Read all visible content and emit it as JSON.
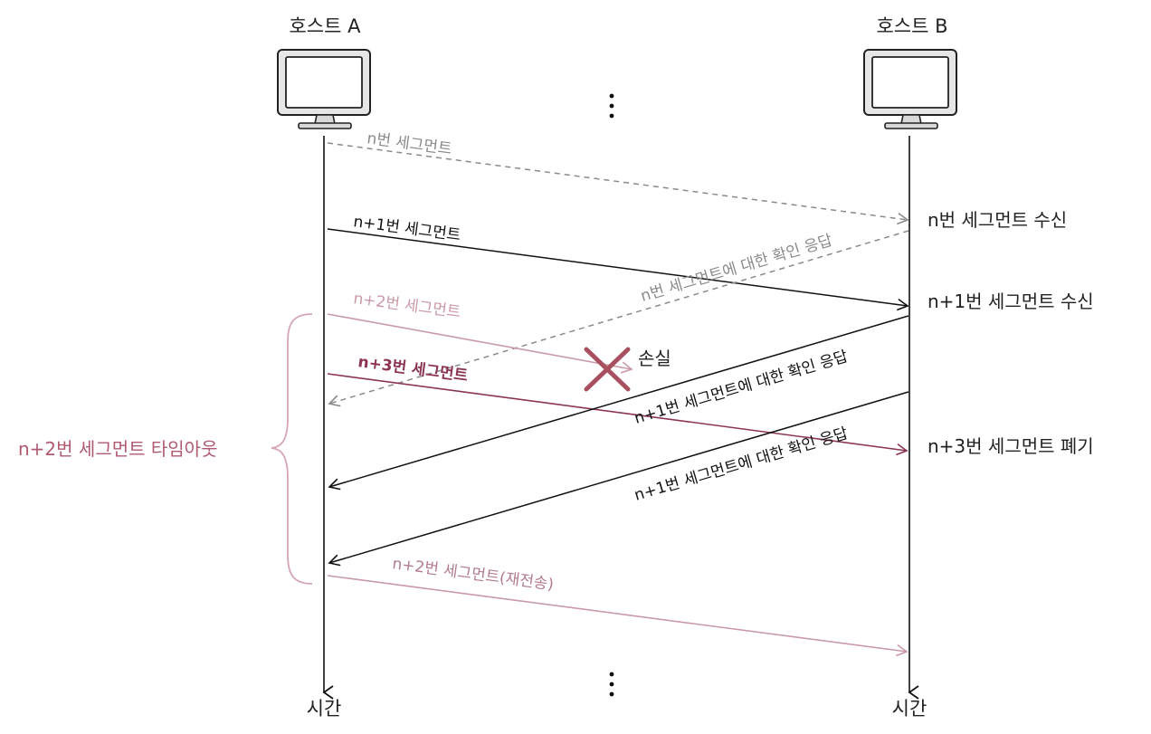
{
  "hosts": {
    "a": {
      "title": "호스트 A",
      "time_label": "시간"
    },
    "b": {
      "title": "호스트 B",
      "time_label": "시간"
    }
  },
  "messages": [
    {
      "id": "seg-n",
      "label": "n번 세그먼트",
      "direction": "A→B",
      "style": "dashed",
      "color": "#8a8a8a"
    },
    {
      "id": "seg-n1",
      "label": "n+1번 세그먼트",
      "direction": "A→B",
      "style": "solid",
      "color": "#111111"
    },
    {
      "id": "ack-n",
      "label": "n번 세그먼트에 대한 확인 응답",
      "direction": "B→A",
      "style": "dashed",
      "color": "#8a8a8a"
    },
    {
      "id": "seg-n2",
      "label": "n+2번 세그먼트",
      "direction": "A→lost",
      "style": "solid",
      "color": "#c99aa6"
    },
    {
      "id": "seg-n3",
      "label": "n+3번 세그먼트",
      "direction": "A→B",
      "style": "solid",
      "color": "#8c3550"
    },
    {
      "id": "ack-n1-a",
      "label": "n+1번 세그먼트에 대한 확인 응답",
      "direction": "B→A",
      "style": "solid",
      "color": "#111111"
    },
    {
      "id": "ack-n1-b",
      "label": "n+1번 세그먼트에 대한 확인 응답",
      "direction": "B→A",
      "style": "solid",
      "color": "#111111"
    },
    {
      "id": "seg-n2-re",
      "label": "n+2번 세그먼트(재전송)",
      "direction": "A→B",
      "style": "solid",
      "color": "#c99aa6"
    }
  ],
  "events_b": [
    {
      "id": "recv-n",
      "text": "n번 세그먼트 수신"
    },
    {
      "id": "recv-n1",
      "text": "n+1번 세그먼트 수신"
    },
    {
      "id": "discard-n3",
      "text": "n+3번 세그먼트 폐기"
    }
  ],
  "loss": {
    "label": "손실",
    "color": "#a8505f"
  },
  "timeout": {
    "label": "n+2번 세그먼트 타임아웃",
    "color": "#b05a70",
    "brace_color": "#d4a7b2"
  },
  "colors": {
    "timeline": "#111111",
    "monitor_fill": "#e6e6e6",
    "monitor_stroke": "#222222"
  }
}
